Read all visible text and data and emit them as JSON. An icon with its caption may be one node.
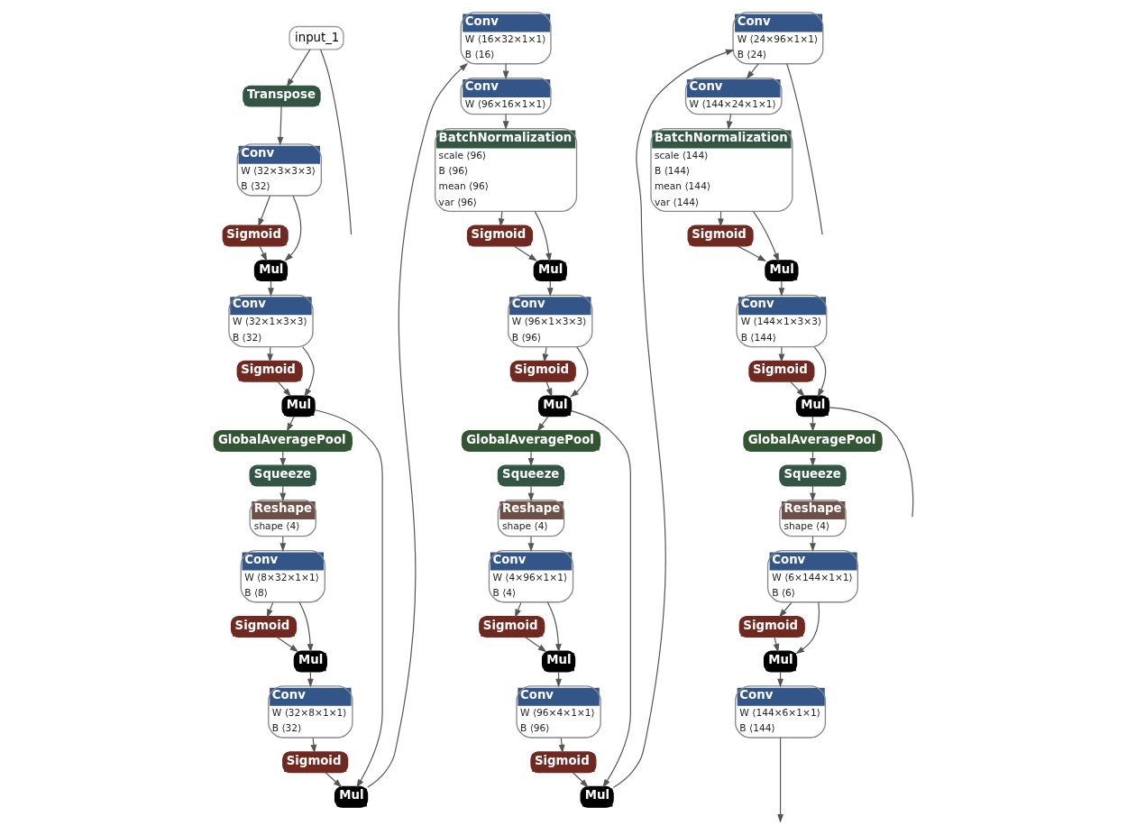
{
  "diagram": {
    "nodes": [
      {
        "text": [
          "input_1"
        ]
      },
      {
        "text": [
          "Transpose"
        ]
      },
      {
        "text": [
          "Conv",
          "W ⟨32×3×3×3⟩",
          "B ⟨32⟩"
        ]
      },
      {
        "text": [
          "Sigmoid"
        ]
      },
      {
        "text": [
          "Mul"
        ]
      },
      {
        "text": [
          "Conv",
          "W ⟨32×1×3×3⟩",
          "B ⟨32⟩"
        ]
      },
      {
        "text": [
          "Sigmoid"
        ]
      },
      {
        "text": [
          "Mul"
        ]
      },
      {
        "text": [
          "GlobalAveragePool"
        ]
      },
      {
        "text": [
          "Squeeze"
        ]
      },
      {
        "text": [
          "Reshape",
          "shape ⟨4⟩"
        ]
      },
      {
        "text": [
          "Conv",
          "W ⟨8×32×1×1⟩",
          "B ⟨8⟩"
        ]
      },
      {
        "text": [
          "Sigmoid"
        ]
      },
      {
        "text": [
          "Mul"
        ]
      },
      {
        "text": [
          "Conv",
          "W ⟨32×8×1×1⟩",
          "B ⟨32⟩"
        ]
      },
      {
        "text": [
          "Sigmoid"
        ]
      },
      {
        "text": [
          "Mul"
        ]
      },
      {
        "text": [
          "Conv",
          "W ⟨16×32×1×1⟩",
          "B ⟨16⟩"
        ]
      },
      {
        "text": [
          "Conv",
          "W ⟨96×16×1×1⟩"
        ]
      },
      {
        "text": [
          "BatchNormalization",
          "scale ⟨96⟩",
          "B ⟨96⟩",
          "mean ⟨96⟩",
          "var ⟨96⟩"
        ]
      },
      {
        "text": [
          "Sigmoid"
        ]
      },
      {
        "text": [
          "Mul"
        ]
      },
      {
        "text": [
          "Conv",
          "W ⟨96×1×3×3⟩",
          "B ⟨96⟩"
        ]
      },
      {
        "text": [
          "Sigmoid"
        ]
      },
      {
        "text": [
          "Mul"
        ]
      },
      {
        "text": [
          "GlobalAveragePool"
        ]
      },
      {
        "text": [
          "Squeeze"
        ]
      },
      {
        "text": [
          "Reshape",
          "shape ⟨4⟩"
        ]
      },
      {
        "text": [
          "Conv",
          "W ⟨4×96×1×1⟩",
          "B ⟨4⟩"
        ]
      },
      {
        "text": [
          "Sigmoid"
        ]
      },
      {
        "text": [
          "Mul"
        ]
      },
      {
        "text": [
          "Conv",
          "W ⟨96×4×1×1⟩",
          "B ⟨96⟩"
        ]
      },
      {
        "text": [
          "Sigmoid"
        ]
      },
      {
        "text": [
          "Mul"
        ]
      },
      {
        "text": [
          "Conv",
          "W ⟨24×96×1×1⟩",
          "B ⟨24⟩"
        ]
      },
      {
        "text": [
          "Conv",
          "W ⟨144×24×1×1⟩"
        ]
      },
      {
        "text": [
          "BatchNormalization",
          "scale ⟨144⟩",
          "B ⟨144⟩",
          "mean ⟨144⟩",
          "var ⟨144⟩"
        ]
      },
      {
        "text": [
          "Sigmoid"
        ]
      },
      {
        "text": [
          "Mul"
        ]
      },
      {
        "text": [
          "Conv",
          "W ⟨144×1×3×3⟩",
          "B ⟨144⟩"
        ]
      },
      {
        "text": [
          "Sigmoid"
        ]
      },
      {
        "text": [
          "Mul"
        ]
      },
      {
        "text": [
          "GlobalAveragePool"
        ]
      },
      {
        "text": [
          "Squeeze"
        ]
      },
      {
        "text": [
          "Reshape",
          "shape ⟨4⟩"
        ]
      },
      {
        "text": [
          "Conv",
          "W ⟨6×144×1×1⟩",
          "B ⟨6⟩"
        ]
      },
      {
        "text": [
          "Sigmoid"
        ]
      },
      {
        "text": [
          "Mul"
        ]
      },
      {
        "text": [
          "Conv",
          "W ⟨144×6×1×1⟩",
          "B ⟨144⟩"
        ]
      }
    ],
    "edges": [
      {
        "from": 0,
        "to": 1,
        "arrow": "to"
      },
      {
        "from": 0,
        "to": null,
        "arrow": "none"
      },
      {
        "from": 1,
        "to": 2,
        "arrow": "to"
      },
      {
        "from": 2,
        "to": 3,
        "arrow": "to"
      },
      {
        "from": 2,
        "to": 4,
        "arrow": "to"
      },
      {
        "from": 3,
        "to": 4,
        "arrow": "to"
      },
      {
        "from": 4,
        "to": 5,
        "arrow": "to"
      },
      {
        "from": 5,
        "to": 6,
        "arrow": "to"
      },
      {
        "from": 5,
        "to": 7,
        "arrow": "to"
      },
      {
        "from": 6,
        "to": 7,
        "arrow": "to"
      },
      {
        "from": 7,
        "to": 8,
        "arrow": "to"
      },
      {
        "from": 7,
        "to": 16,
        "arrow": "to"
      },
      {
        "from": 8,
        "to": 9,
        "arrow": "to"
      },
      {
        "from": 9,
        "to": 10,
        "arrow": "to"
      },
      {
        "from": 10,
        "to": 11,
        "arrow": "to"
      },
      {
        "from": 11,
        "to": 12,
        "arrow": "to"
      },
      {
        "from": 11,
        "to": 13,
        "arrow": "to"
      },
      {
        "from": 12,
        "to": 13,
        "arrow": "to"
      },
      {
        "from": 13,
        "to": 14,
        "arrow": "to"
      },
      {
        "from": 14,
        "to": 15,
        "arrow": "to"
      },
      {
        "from": 15,
        "to": 16,
        "arrow": "to"
      },
      {
        "from": 16,
        "to": 17,
        "arrow": "to"
      },
      {
        "from": 17,
        "to": 18,
        "arrow": "to"
      },
      {
        "from": 18,
        "to": 19,
        "arrow": "to"
      },
      {
        "from": 19,
        "to": 20,
        "arrow": "to"
      },
      {
        "from": 19,
        "to": 21,
        "arrow": "to"
      },
      {
        "from": 20,
        "to": 21,
        "arrow": "to"
      },
      {
        "from": 21,
        "to": 22,
        "arrow": "to"
      },
      {
        "from": 22,
        "to": 23,
        "arrow": "to"
      },
      {
        "from": 22,
        "to": 24,
        "arrow": "to"
      },
      {
        "from": 23,
        "to": 24,
        "arrow": "to"
      },
      {
        "from": 24,
        "to": 25,
        "arrow": "to"
      },
      {
        "from": 24,
        "to": 33,
        "arrow": "to"
      },
      {
        "from": 25,
        "to": 26,
        "arrow": "to"
      },
      {
        "from": 26,
        "to": 27,
        "arrow": "to"
      },
      {
        "from": 27,
        "to": 28,
        "arrow": "to"
      },
      {
        "from": 28,
        "to": 29,
        "arrow": "to"
      },
      {
        "from": 28,
        "to": 30,
        "arrow": "to"
      },
      {
        "from": 29,
        "to": 30,
        "arrow": "to"
      },
      {
        "from": 30,
        "to": 31,
        "arrow": "to"
      },
      {
        "from": 31,
        "to": 32,
        "arrow": "to"
      },
      {
        "from": 32,
        "to": 33,
        "arrow": "to"
      },
      {
        "from": 33,
        "to": 34,
        "arrow": "to"
      },
      {
        "from": 34,
        "to": 35,
        "arrow": "to"
      },
      {
        "from": 34,
        "to": null,
        "arrow": "none"
      },
      {
        "from": 35,
        "to": 36,
        "arrow": "to"
      },
      {
        "from": 36,
        "to": 37,
        "arrow": "to"
      },
      {
        "from": 36,
        "to": 38,
        "arrow": "to"
      },
      {
        "from": 37,
        "to": 38,
        "arrow": "to"
      },
      {
        "from": 38,
        "to": 39,
        "arrow": "to"
      },
      {
        "from": 39,
        "to": 40,
        "arrow": "to"
      },
      {
        "from": 39,
        "to": 41,
        "arrow": "to"
      },
      {
        "from": 40,
        "to": 41,
        "arrow": "to"
      },
      {
        "from": 41,
        "to": 42,
        "arrow": "to"
      },
      {
        "from": 41,
        "to": null,
        "arrow": "none"
      },
      {
        "from": 42,
        "to": 43,
        "arrow": "to"
      },
      {
        "from": 43,
        "to": 44,
        "arrow": "to"
      },
      {
        "from": 44,
        "to": 45,
        "arrow": "to"
      },
      {
        "from": 45,
        "to": 46,
        "arrow": "to"
      },
      {
        "from": 45,
        "to": 47,
        "arrow": "to"
      },
      {
        "from": 46,
        "to": 47,
        "arrow": "to"
      },
      {
        "from": 47,
        "to": 48,
        "arrow": "to"
      },
      {
        "from": 48,
        "to": null,
        "arrow": "to"
      }
    ]
  }
}
